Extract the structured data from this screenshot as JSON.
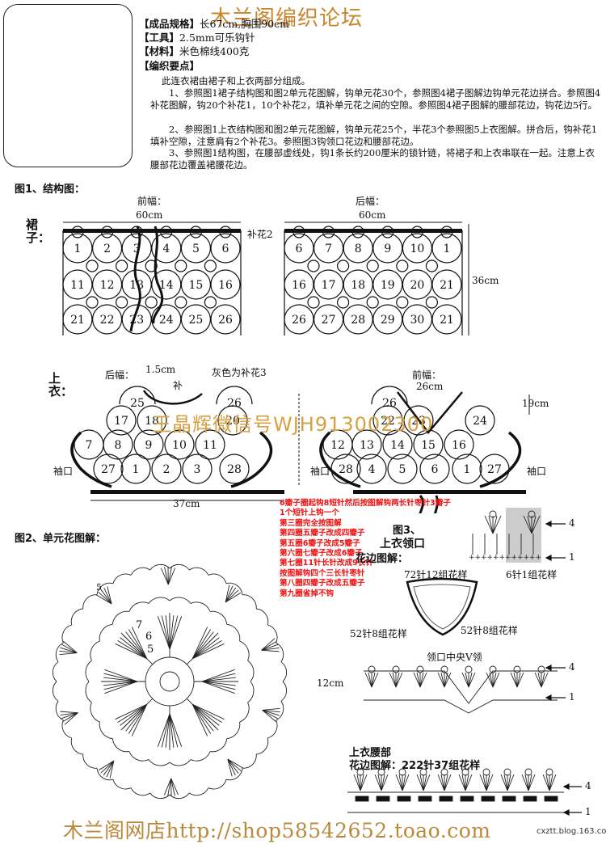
{
  "site_title": "木兰阁编织论坛",
  "specs": [
    {
      "key": "【成品规格】",
      "value": "长67cm,胸围90cm"
    },
    {
      "key": "【工具】",
      "value": "2.5mm可乐钩针"
    },
    {
      "key": "【材料】",
      "value": "米色棉线400克"
    },
    {
      "key": "【编织要点】",
      "value": ""
    }
  ],
  "instructions": [
    "此连衣裙由裙子和上衣两部分组成。",
    "1、参照图1裙子结构图和图2单元花图解，钩单元花30个，参照图4裙子图解边钩单元花边拼合。参照图4补花图解，钩20个补花1，10个补花2，填补单元花之间的空隙。参照图4裙子图解的腰部花边，钩花边5行。",
    "2、参照图1上衣结构图和图2单元花图解，钩单元花25个，半花3个参照图5上衣图解。拼合后，钩补花1填补空隙，注意肩有2个补花3。参照图3钩领口花边和腰部花边。",
    "3、参照图1结构图，在腰部虚线处，钩1条长约200厘米的锁针链，将裙子和上衣串联在一起。注意上衣腰部花边覆盖裙腰花边。"
  ],
  "fig1": {
    "title": "图1、结构图：",
    "skirt_label": "裙子：",
    "front_label": "前幅：",
    "back_label": "后幅：",
    "width_front": "60cm",
    "width_back": "60cm",
    "patch2": "补花2",
    "height": "36cm",
    "front_rows": [
      [
        "1",
        "2",
        "3",
        "4",
        "5",
        "6"
      ],
      [
        "11",
        "12",
        "13",
        "14",
        "15",
        "16"
      ],
      [
        "21",
        "22",
        "23",
        "24",
        "25",
        "26"
      ]
    ],
    "back_rows": [
      [
        "6",
        "7",
        "8",
        "9",
        "10",
        "1"
      ],
      [
        "16",
        "17",
        "18",
        "19",
        "20",
        "21"
      ],
      [
        "26",
        "27",
        "28",
        "29",
        "30",
        "21"
      ]
    ]
  },
  "top": {
    "label": "上衣：",
    "back_label": "后幅：",
    "shoulder": "1.5cm",
    "bu": "补",
    "grey_note": "灰色为补花3",
    "front_label": "前幅：",
    "neck_width": "26cm",
    "side_height": "19cm",
    "bottom_width": "37cm",
    "cuff": "袖口",
    "back_nums": {
      "top": [
        "25",
        "26"
      ],
      "r1": [
        "17",
        "18",
        "20"
      ],
      "r2": [
        "7",
        "8",
        "9",
        "10",
        "11"
      ],
      "r3": [
        "27",
        "1",
        "2",
        "3",
        "28"
      ]
    },
    "front_nums": {
      "top": [
        "26"
      ],
      "r1": [
        "22",
        "23",
        "24"
      ],
      "r2": [
        "12",
        "13",
        "14",
        "15",
        "16"
      ],
      "r3": [
        "28",
        "4",
        "5",
        "6",
        "1",
        "27"
      ]
    }
  },
  "watermark": "王晶辉微信号WJH913002300",
  "red_notes": [
    "6瓣子圈起钩8短针然后按图解钩两长针枣针3瓣子",
    "1个短针上钩一个",
    "第三圈完全按图解",
    "第四圈五瓣子改成四瓣子",
    "第五圈6瓣子改成5瓣子",
    "第六圈七瓣子改成6瓣子",
    "第七圈11针长针改成9长针",
    "按图解钩四个三长针枣针",
    "第八圈四瓣子改成五瓣子",
    "第九圈省掉不钩"
  ],
  "fig2": {
    "title": "图2、单元花图解：",
    "size": "12cm",
    "round_labels": [
      "5",
      "7",
      "6",
      "5"
    ]
  },
  "fig3": {
    "title": "图3、",
    "subtitle": "上衣领口",
    "subtitle2": "花边图解：",
    "top_left": "72针12组花样",
    "sample": "6针1组花样",
    "left_side": "52针8组花样",
    "right_side": "52针8组花样",
    "v_label": "领口中央V领",
    "waist_title": "上衣腰部",
    "waist_sub": "花边图解：222针37组花样",
    "row_top": "4",
    "row_bottom": "1"
  },
  "footer": "木兰阁网店http://shop58542652.toao.com",
  "blog": "cxztt.blog.163.com"
}
